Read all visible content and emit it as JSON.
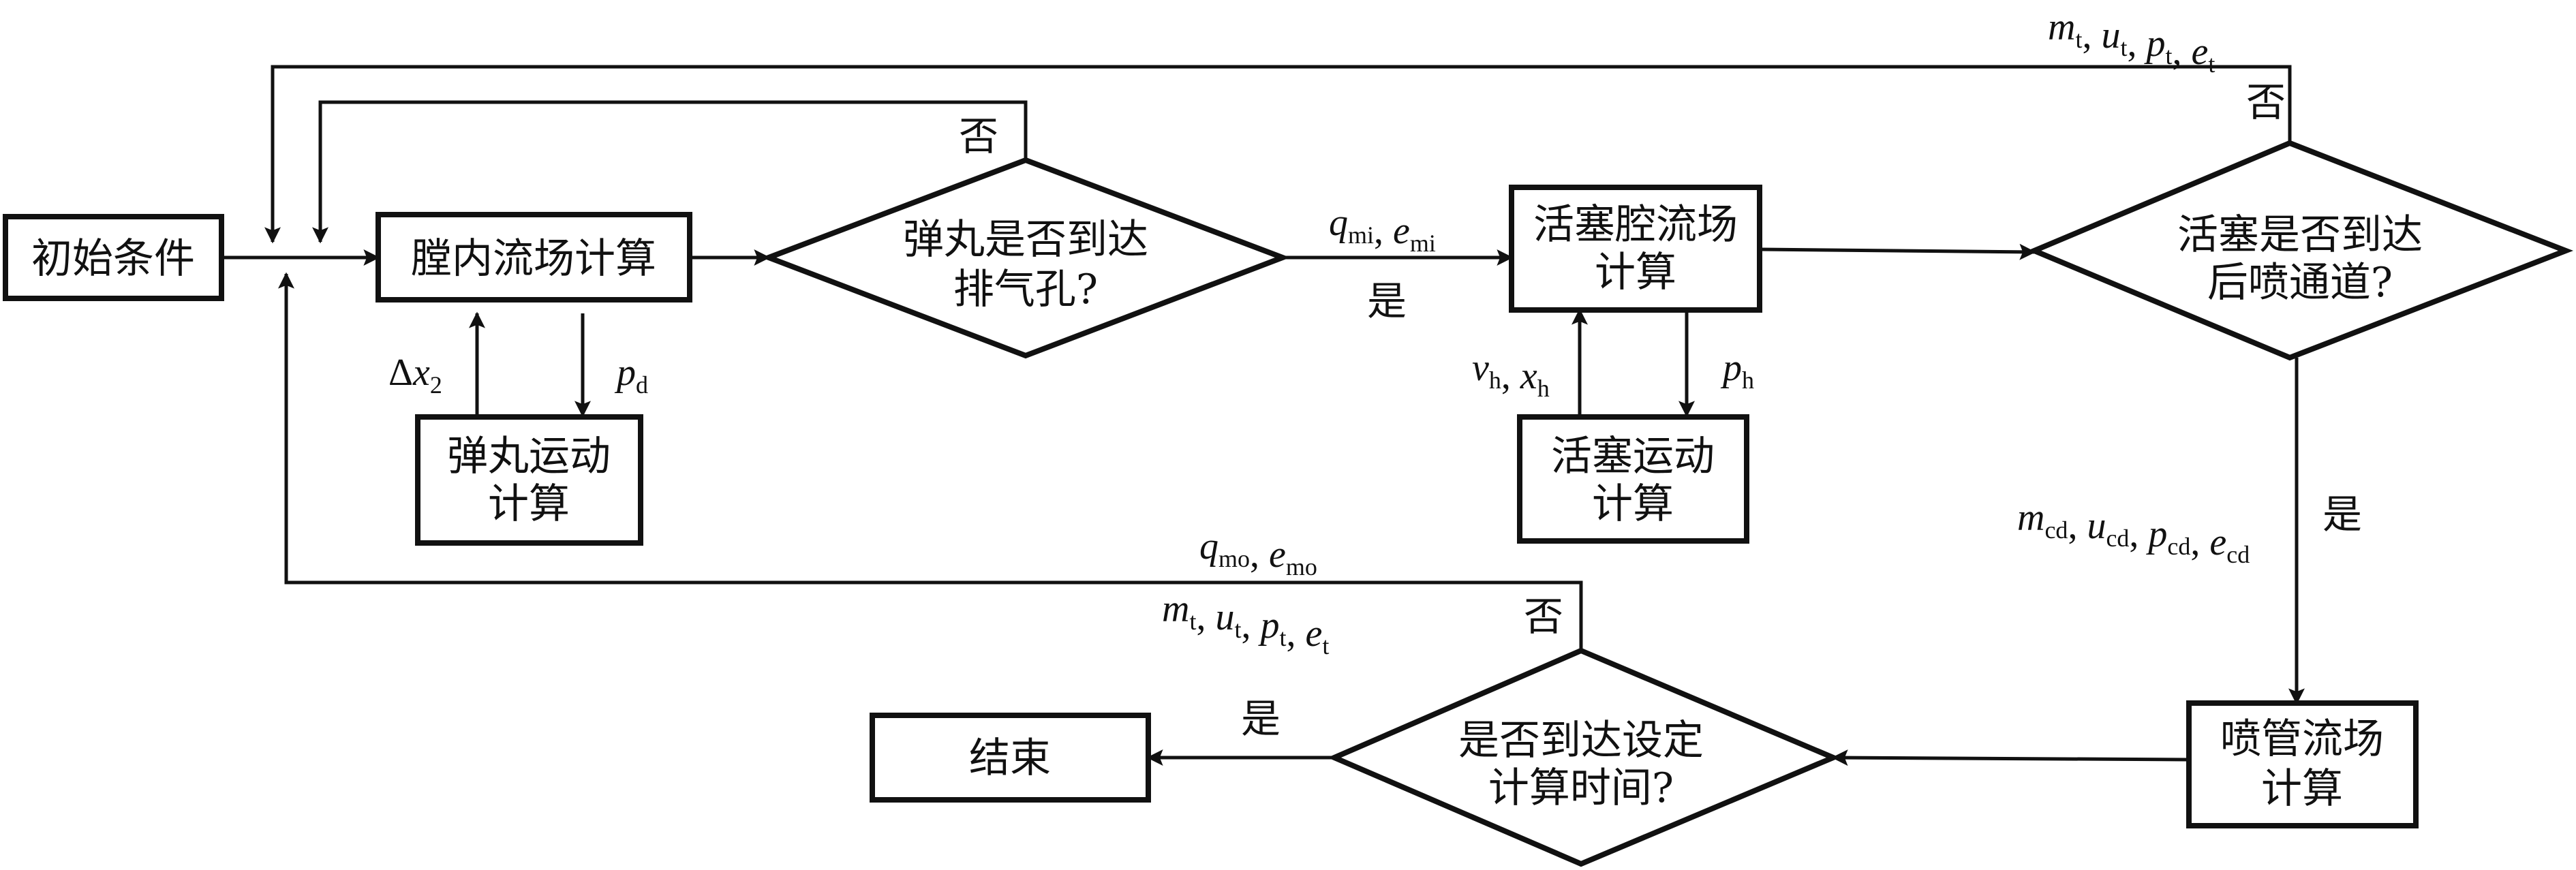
{
  "nodes": {
    "init": {
      "label": "初始条件"
    },
    "bore": {
      "label": "膛内流场计算"
    },
    "pellet_motion": {
      "line1": "弹丸运动",
      "line2": "计算"
    },
    "decision_exhaust": {
      "line1": "弹丸是否到达",
      "line2": "排气孔?"
    },
    "piston_chamber": {
      "line1": "活塞腔流场",
      "line2": "计算"
    },
    "piston_motion": {
      "line1": "活塞运动",
      "line2": "计算"
    },
    "decision_piston": {
      "line1": "活塞是否到达",
      "line2": "后喷通道?"
    },
    "nozzle": {
      "line1": "喷管流场",
      "line2": "计算"
    },
    "decision_time": {
      "line1": "是否到达设定",
      "line2": "计算时间?"
    },
    "end": {
      "label": "结束"
    }
  },
  "edge_labels": {
    "no": "否",
    "yes": "是"
  },
  "variables": {
    "top_feedback": [
      {
        "sym": "m",
        "sub": "t"
      },
      {
        "sym": "u",
        "sub": "t"
      },
      {
        "sym": "p",
        "sub": "t"
      },
      {
        "sym": "e",
        "sub": "t"
      }
    ],
    "exhaust_out": [
      {
        "sym": "q",
        "sub": "mi"
      },
      {
        "sym": "e",
        "sub": "mi"
      }
    ],
    "bore_to_pellet": {
      "sym": "p",
      "sub": "d"
    },
    "pellet_to_bore": {
      "prefix": "Δ",
      "sym": "x",
      "sub": "2"
    },
    "chamber_to_piston": {
      "sym": "p",
      "sub": "h"
    },
    "piston_to_chamber": [
      {
        "sym": "v",
        "sub": "h"
      },
      {
        "sym": "x",
        "sub": "h"
      }
    ],
    "piston_to_nozzle": [
      {
        "sym": "m",
        "sub": "cd"
      },
      {
        "sym": "u",
        "sub": "cd"
      },
      {
        "sym": "p",
        "sub": "cd"
      },
      {
        "sym": "e",
        "sub": "cd"
      }
    ],
    "bottom_feedback_1": [
      {
        "sym": "q",
        "sub": "mo"
      },
      {
        "sym": "e",
        "sub": "mo"
      }
    ],
    "bottom_feedback_2": [
      {
        "sym": "m",
        "sub": "t"
      },
      {
        "sym": "u",
        "sub": "t"
      },
      {
        "sym": "p",
        "sub": "t"
      },
      {
        "sym": "e",
        "sub": "t"
      }
    ]
  },
  "colors": {
    "stroke": "#111111",
    "text": "#111111",
    "background": "#ffffff"
  }
}
